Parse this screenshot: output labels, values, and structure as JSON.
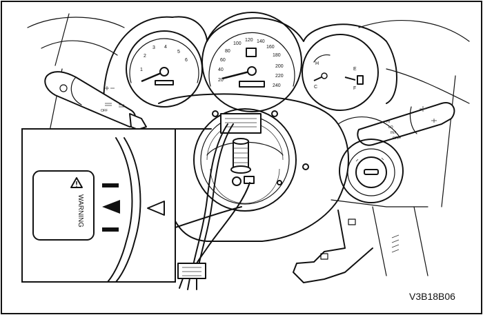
{
  "figure_code": "V3B18B06",
  "warning_label": "WARNING",
  "tachometer": {
    "ticks": [
      "1",
      "2",
      "3",
      "4",
      "5",
      "6"
    ]
  },
  "speedometer": {
    "ticks": [
      "20",
      "40",
      "60",
      "80",
      "100",
      "120",
      "140",
      "160",
      "180",
      "200",
      "220",
      "240"
    ]
  },
  "temp_gauge": {
    "labels": [
      "H",
      "C"
    ]
  },
  "fuel_gauge": {
    "labels": [
      "E",
      "F"
    ]
  },
  "wiper_switch": {
    "labels": [
      "HI",
      "LO",
      "INT",
      "OFF"
    ]
  },
  "light_switch": {
    "labels": [
      "OFF"
    ]
  }
}
